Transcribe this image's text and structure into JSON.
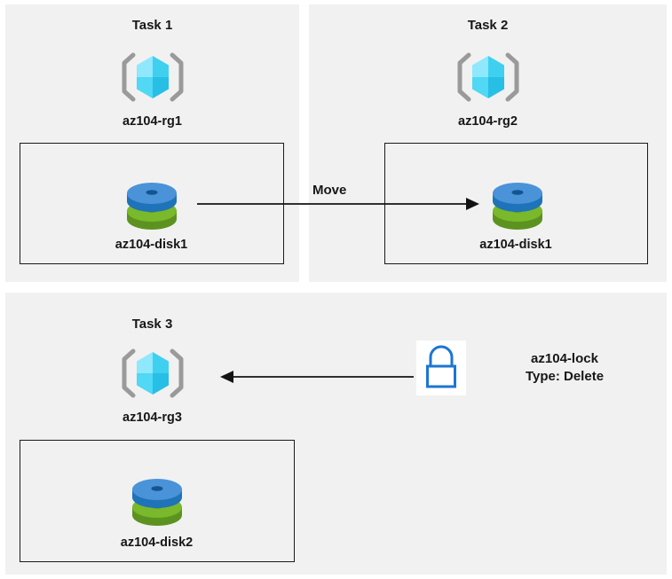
{
  "diagram": {
    "background": "#ffffff",
    "panel_background": "#f1f1f1",
    "border_color": "#1a1a1a",
    "text_color": "#171717"
  },
  "colors": {
    "cube_light": "#7fe3fb",
    "cube_mid": "#4cd2f2",
    "cube_dark": "#2ec5ea",
    "bracket_gray": "#9a9a9a",
    "disk_blue_top": "#4a93d9",
    "disk_blue_side": "#1f73b8",
    "disk_green_top": "#7ab82c",
    "disk_green_side": "#5c9320",
    "lock_blue": "#1b76d2",
    "lock_tile_bg": "#ffffff",
    "arrow_black": "#131313"
  },
  "tasks": [
    {
      "title": "Task 1",
      "resource_group": "az104-rg1",
      "rg_icon": "resource-group-cube-icon",
      "resource": {
        "label": "az104-disk1",
        "icon": "managed-disk-icon"
      }
    },
    {
      "title": "Task 2",
      "resource_group": "az104-rg2",
      "rg_icon": "resource-group-cube-icon",
      "resource": {
        "label": "az104-disk1",
        "icon": "managed-disk-icon"
      }
    },
    {
      "title": "Task 3",
      "resource_group": "az104-rg3",
      "rg_icon": "resource-group-cube-icon",
      "resource": {
        "label": "az104-disk2",
        "icon": "managed-disk-icon"
      }
    }
  ],
  "annotations": {
    "move_arrow_label": "Move",
    "lock": {
      "icon": "padlock-icon",
      "name": "az104-lock",
      "type": "Type: Delete"
    }
  }
}
